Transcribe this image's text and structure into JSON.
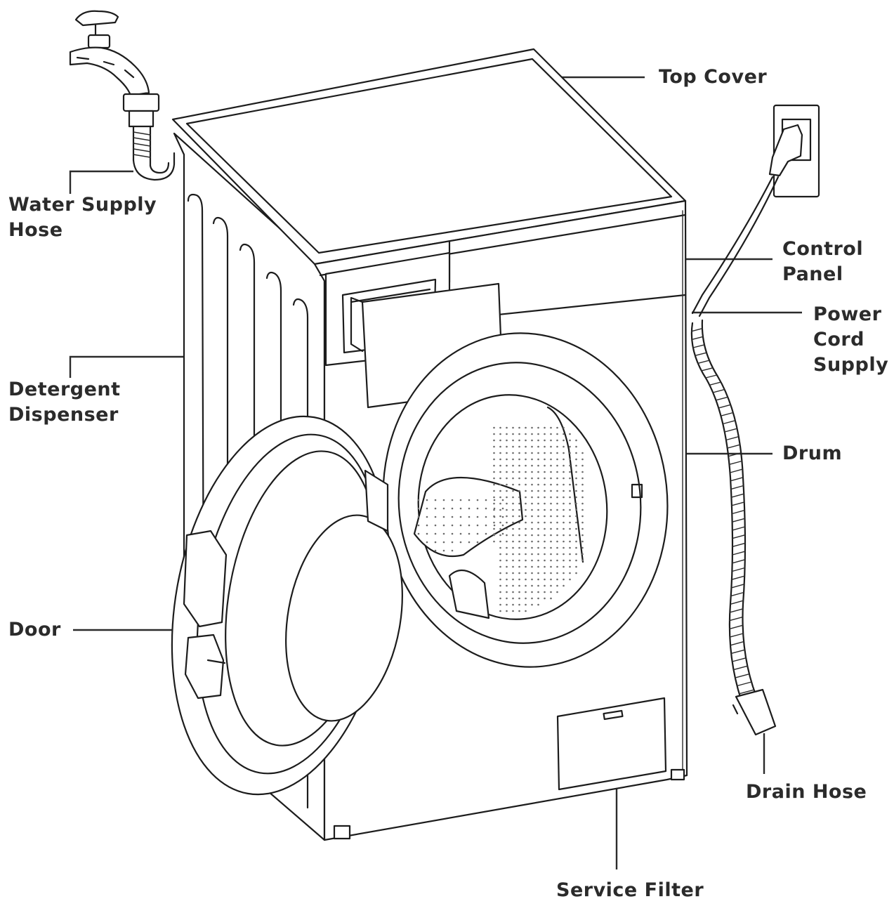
{
  "labels": {
    "top_cover": "Top Cover",
    "water_supply_hose": "Water Supply\nHose",
    "control_panel": "Control\nPanel",
    "power_cord_supply": "Power\nCord\nSupply",
    "detergent_dispenser": "Detergent\nDispenser",
    "drum": "Drum",
    "door": "Door",
    "drain_hose": "Drain Hose",
    "service_filter": "Service Filter"
  }
}
